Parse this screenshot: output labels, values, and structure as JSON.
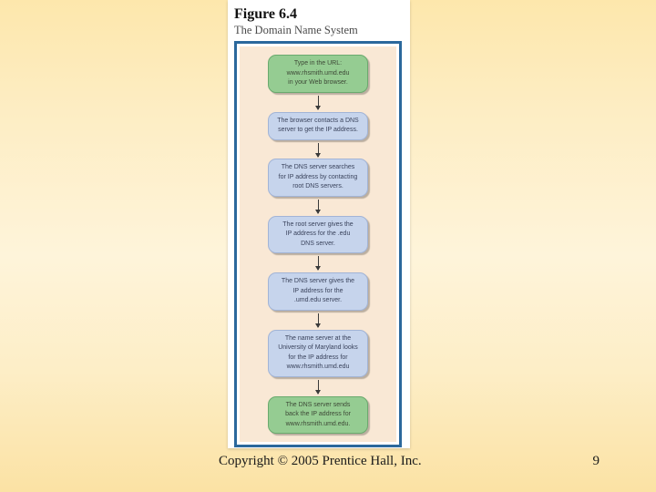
{
  "slide": {
    "footer": "Copyright © 2005 Prentice Hall, Inc.",
    "page_number": "9"
  },
  "figure": {
    "title": "Figure 6.4",
    "subtitle": "The Domain Name System",
    "nodes": [
      {
        "type": "green",
        "text": "Type in the URL:\nwww.rhsmith.umd.edu\nin your Web browser."
      },
      {
        "type": "blue",
        "text": "The browser contacts a DNS\nserver to get the IP address."
      },
      {
        "type": "blue",
        "text": "The DNS server searches\nfor IP address by contacting\nroot DNS servers."
      },
      {
        "type": "blue",
        "text": "The root server gives the\nIP address for the .edu\nDNS server."
      },
      {
        "type": "blue",
        "text": "The DNS server gives the\nIP address for the\n.umd.edu server."
      },
      {
        "type": "blue",
        "text": "The name server at the\nUniversity of Maryland looks\nfor the IP address for\nwww.rhsmith.umd.edu"
      },
      {
        "type": "green",
        "text": "The DNS server sends\nback the IP address for\nwww.rhsmith.umd.edu."
      }
    ]
  },
  "colors": {
    "background_top": "#fde7ac",
    "background_middle": "#fef4da",
    "background_bottom": "#fbe2a4",
    "panel": "#ffffff",
    "figure_border": "#2b689c",
    "figure_interior": "#f9e8d5",
    "node_green_fill": "#95cc92",
    "node_green_border": "#6aaa6e",
    "node_blue_fill": "#c6d4ec",
    "node_blue_border": "#a2b4d6",
    "arrow": "#3a3a3a"
  }
}
